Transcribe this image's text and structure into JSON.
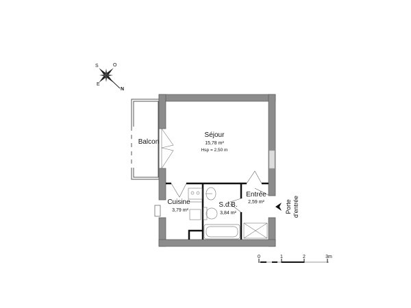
{
  "plan": {
    "compass": {
      "north": "N",
      "south": "S",
      "east": "E",
      "west": "O"
    },
    "rooms": [
      {
        "name": "Séjour",
        "area": "15,78 m²",
        "height": "Hsp = 2,50 m"
      },
      {
        "name": "Balcon"
      },
      {
        "name": "Cuisine",
        "area": "3,79 m²"
      },
      {
        "name": "S.d.B.",
        "area": "3,84 m²"
      },
      {
        "name": "Entrée",
        "area": "2,59 m²"
      }
    ],
    "entrance": {
      "line1": "Porte",
      "line2": "d'entrée"
    },
    "scale": {
      "ticks": [
        "0",
        "1",
        "2",
        "3m"
      ]
    },
    "colors": {
      "wall": "#8c8c8c",
      "wall_stroke": "#5a5a5a",
      "line": "#111111",
      "fixture": "#888888"
    }
  }
}
